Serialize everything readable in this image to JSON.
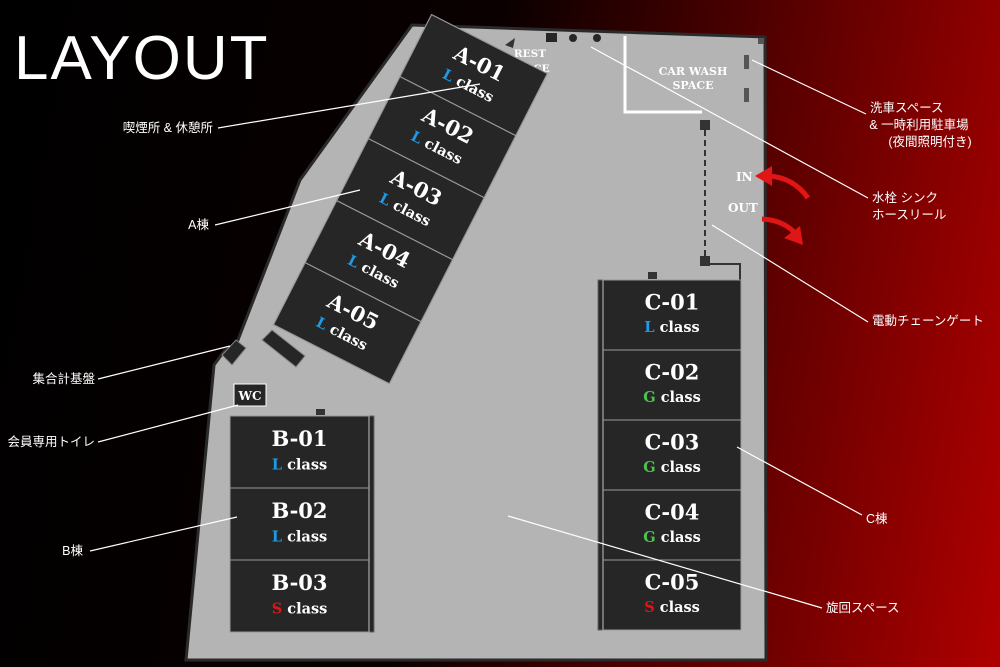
{
  "title": "LAYOUT",
  "colors": {
    "L": "#1e9be8",
    "G": "#4cc34c",
    "S": "#e01515",
    "arrow": "#e01515",
    "lot": "#b4b4b4",
    "unit": "#262626"
  },
  "labels": {
    "rest_line1": "REST",
    "rest_line2": "SPACE",
    "carwash_line1": "CAR WASH",
    "carwash_line2": "SPACE",
    "wc": "WC",
    "in": "IN",
    "out": "OUT"
  },
  "units": {
    "A": [
      {
        "name": "A-01",
        "cls": "L",
        "suffix": " class"
      },
      {
        "name": "A-02",
        "cls": "L",
        "suffix": " class"
      },
      {
        "name": "A-03",
        "cls": "L",
        "suffix": " class"
      },
      {
        "name": "A-04",
        "cls": "L",
        "suffix": " class"
      },
      {
        "name": "A-05",
        "cls": "L",
        "suffix": " class"
      }
    ],
    "B": [
      {
        "name": "B-01",
        "cls": "L",
        "suffix": " class"
      },
      {
        "name": "B-02",
        "cls": "L",
        "suffix": " class"
      },
      {
        "name": "B-03",
        "cls": "S",
        "suffix": " class"
      }
    ],
    "C": [
      {
        "name": "C-01",
        "cls": "L",
        "suffix": " class"
      },
      {
        "name": "C-02",
        "cls": "G",
        "suffix": " class"
      },
      {
        "name": "C-03",
        "cls": "G",
        "suffix": " class"
      },
      {
        "name": "C-04",
        "cls": "G",
        "suffix": " class"
      },
      {
        "name": "C-05",
        "cls": "S",
        "suffix": " class"
      }
    ]
  },
  "callouts": {
    "smoking": "喫煙所 & 休憩所",
    "a_building": "A棟",
    "meter": "集合計基盤",
    "toilet": "会員専用トイレ",
    "b_building": "B棟",
    "carwash_1": "洗車スペース",
    "carwash_2": "& 一時利用駐車場",
    "carwash_3": "(夜間照明付き)",
    "faucet_1": "水栓 シンク",
    "faucet_2": "ホースリール",
    "gate": "電動チェーンゲート",
    "c_building": "C棟",
    "turning": "旋回スペース"
  }
}
